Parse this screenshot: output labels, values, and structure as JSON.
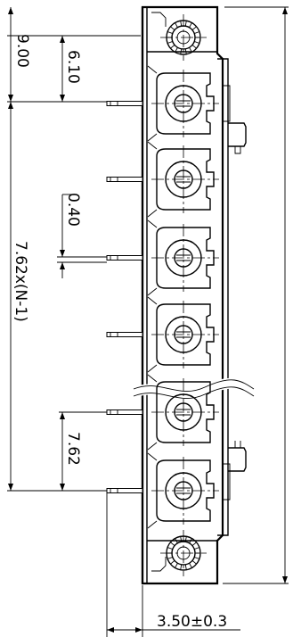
{
  "drawing": {
    "dimensions": {
      "overall_top": "9.00",
      "first_pin_offset": "6.10",
      "pin_width": "0.40",
      "pitch_total": "7.62x(N-1)",
      "pitch": "7.62",
      "pin_length": "3.50±0.3"
    },
    "pin_count_shown": 6,
    "screw_count": 2
  }
}
